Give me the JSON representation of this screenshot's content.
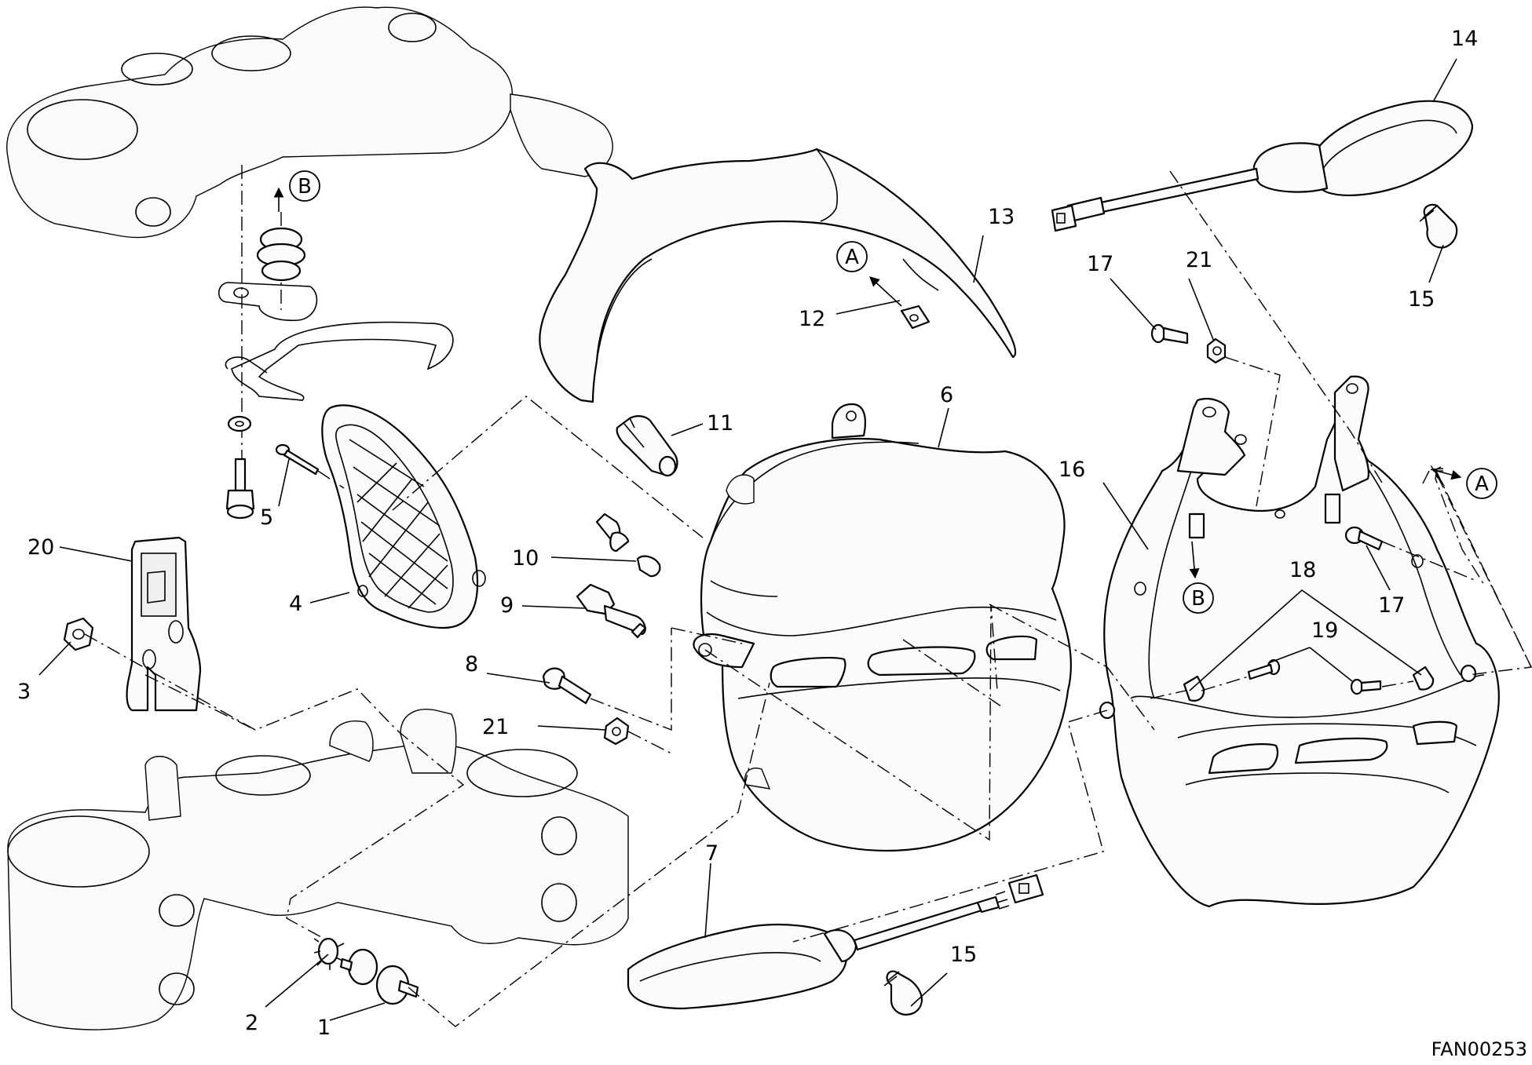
{
  "drawing_code": "FAN00253",
  "reference_markers": [
    "A",
    "B"
  ],
  "part_numbers": [
    "1",
    "2",
    "3",
    "4",
    "5",
    "6",
    "7",
    "8",
    "9",
    "10",
    "11",
    "12",
    "13",
    "14",
    "15",
    "16",
    "17",
    "18",
    "19",
    "20",
    "21"
  ]
}
